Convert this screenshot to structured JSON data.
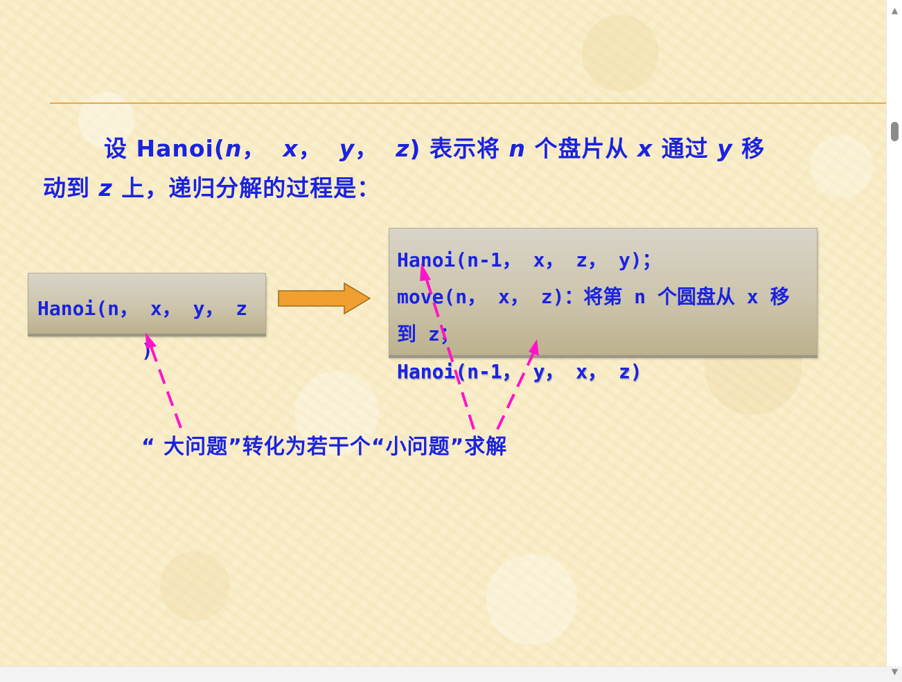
{
  "slide": {
    "paragraph_line1_pre": "设 Hanoi(",
    "paragraph_n": "n",
    "paragraph_sep1": "，  ",
    "paragraph_x": "x",
    "paragraph_sep2": "，  ",
    "paragraph_y": "y",
    "paragraph_sep3": "，  ",
    "paragraph_z": "z",
    "paragraph_line1_mid": ") 表示将 ",
    "paragraph_n2": "n",
    "paragraph_mid2": " 个盘片从 ",
    "paragraph_x2": "x",
    "paragraph_mid3": " 通过 ",
    "paragraph_y2": "y",
    "paragraph_end1": " 移",
    "paragraph_line2_pre": "动到 ",
    "paragraph_z2": "z",
    "paragraph_line2_end": " 上，递归分解的过程是：",
    "left_box_code": "Hanoi(n， x， y， z",
    "left_box_paren": ")",
    "right_box_line1": "Hanoi(n-1， x， z， y)；",
    "right_box_line2": "move(n， x， z)：将第 n 个圆盘从 x 移",
    "right_box_line3": "到 z；",
    "right_box_line4": "Hanoi(n-1， y， x， z)",
    "caption": "“ 大问题”转化为若干个“小问题”求解"
  },
  "colors": {
    "text_blue": "#1a23e0",
    "arrow_orange": "#f0a030",
    "dash_magenta": "#ff14c8",
    "rule_orange": "#e6a84a",
    "background": "#f9edc7"
  },
  "scrollbar": {
    "up_icon": "triangle-up-icon",
    "down_icon": "triangle-down-icon"
  }
}
